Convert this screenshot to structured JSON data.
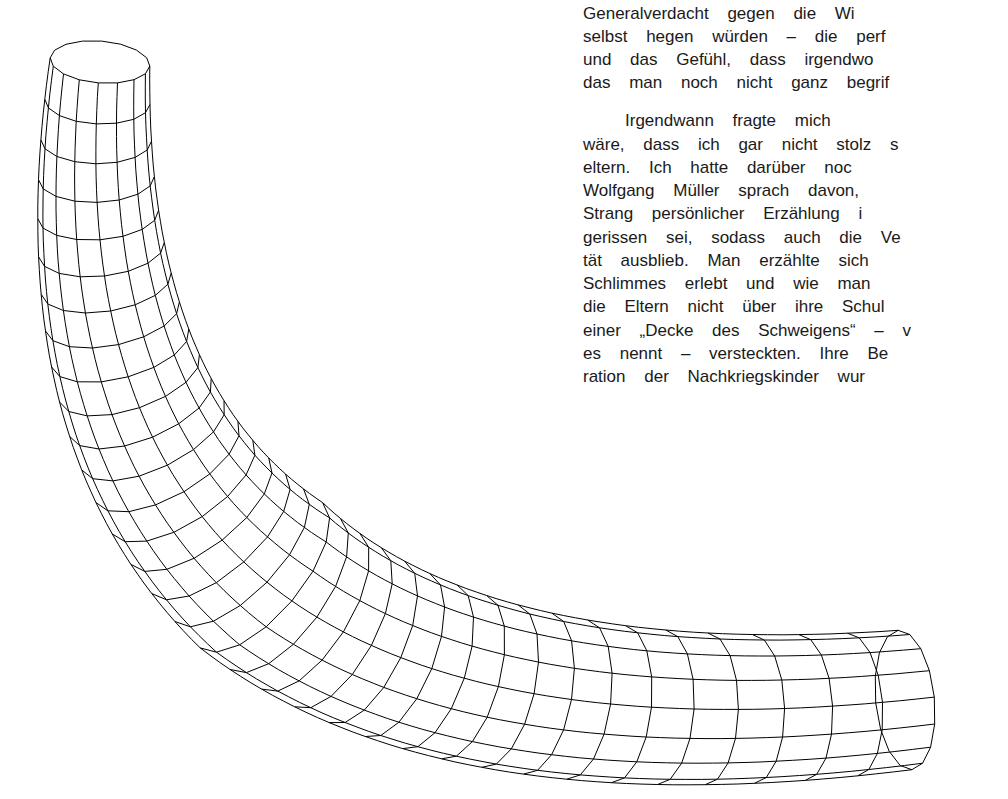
{
  "diagram": {
    "labels": [
      "Generalverdacht gegen die Wi",
      "selbst hegen würden – die perf",
      "und das Gefühl, dass irgendwo",
      "das man noch nicht ganz begrif",
      "Irgendwann fragte mich",
      "wäre, dass ich gar nicht stolz s",
      "eltern. Ich hatte darüber noc",
      "Wolfgang Müller sprach davon,",
      "Strang persönlicher Erzählung i",
      "gerissen sei, sodass auch die Ve",
      "tät ausblieb. Man erzählte sich",
      "Schlimmes erlebt und wie man",
      "die Eltern nicht über ihre Schul",
      "einer „Decke des Schweigens“ – v",
      "es nennt – versteckten. Ihre Be",
      "ration der Nachkriegskinder wur"
    ]
  }
}
